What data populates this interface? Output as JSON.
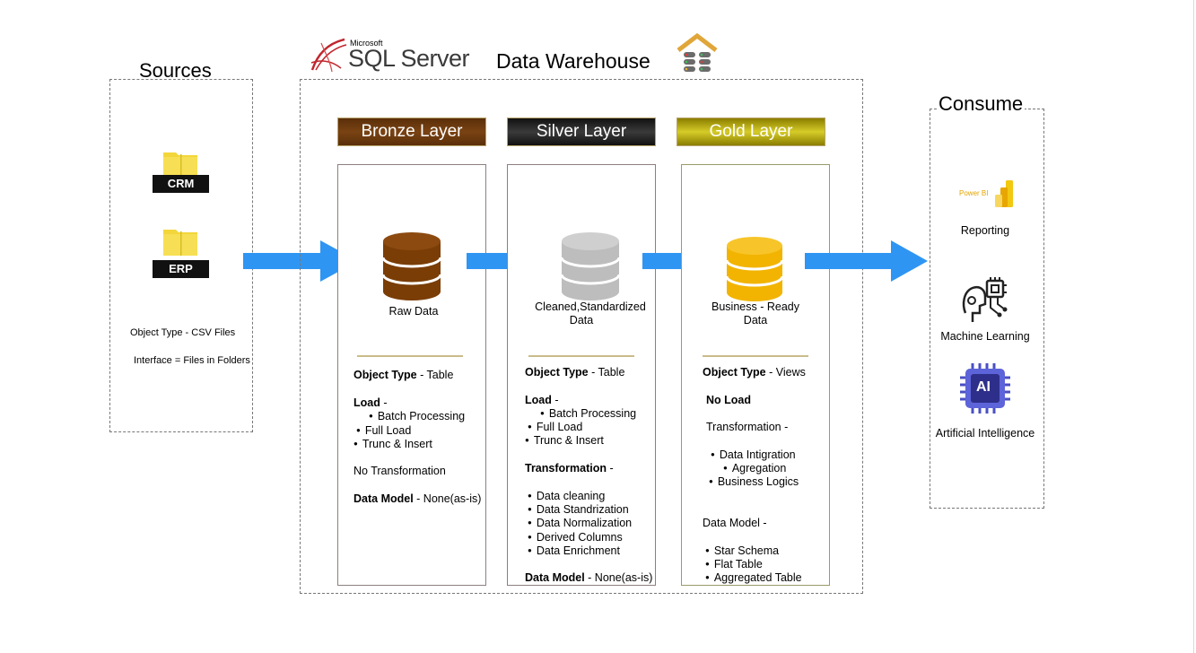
{
  "sources": {
    "title": "Sources",
    "items": [
      {
        "label": "CRM"
      },
      {
        "label": "ERP"
      }
    ],
    "object_type": "Object Type - CSV Files",
    "interface": "Interface = Files in Folders"
  },
  "warehouse": {
    "brand_small": "Microsoft",
    "brand": "SQL Server",
    "title": "Data Warehouse"
  },
  "layers": {
    "bronze": {
      "header": "Bronze Layer",
      "caption": "Raw Data",
      "color": "#7a3d06",
      "object_type_label": "Object Type",
      "object_type_value": " - Table",
      "load_label": "Load",
      "load_suffix": " -",
      "load_items": [
        "Batch Processing",
        "Full Load",
        "Trunc & Insert"
      ],
      "transformation": "No Transformation",
      "data_model_label": "Data Model",
      "data_model_value": " - None(as-is)"
    },
    "silver": {
      "header": "Silver Layer",
      "caption_line1": "Cleaned,Standardized",
      "caption_line2": "Data",
      "color": "#bdbdbd",
      "object_type_label": "Object Type",
      "object_type_value": " - Table",
      "load_label": "Load",
      "load_suffix": " -",
      "load_items": [
        "Batch Processing",
        "Full Load",
        "Trunc & Insert"
      ],
      "transformation_label": "Transformation",
      "transformation_suffix": " -",
      "transformation_items": [
        "Data cleaning",
        "Data Standrization",
        "Data Normalization",
        "Derived Columns",
        "Data Enrichment"
      ],
      "data_model_label": "Data Model",
      "data_model_value": " - None(as-is)"
    },
    "gold": {
      "header": "Gold Layer",
      "caption_line1": "Business - Ready",
      "caption_line2": "Data",
      "color": "#f2b400",
      "object_type_label": "Object Type",
      "object_type_value": " - Views",
      "no_load": "No Load",
      "transformation": "Transformation -",
      "transformation_items": [
        "Data Intigration",
        "Agregation",
        "Business Logics"
      ],
      "data_model": "Data Model -",
      "data_model_items": [
        "Star Schema",
        "Flat Table",
        "Aggregated Table"
      ]
    }
  },
  "consume": {
    "title": "Consume",
    "powerbi_small": "Power BI",
    "items": [
      {
        "label": "Reporting",
        "icon": "power-bi-icon"
      },
      {
        "label": "Machine Learning",
        "icon": "machine-learning-icon"
      },
      {
        "label": "Artificial Intelligence",
        "icon": "ai-chip-icon"
      }
    ],
    "ai_text": "AI"
  },
  "colors": {
    "arrow": "#2f95f3",
    "bronze": "#6b3a0f",
    "silver": "#2a2a2a",
    "gold": "#b8a800",
    "folder": "#f3d63b"
  }
}
